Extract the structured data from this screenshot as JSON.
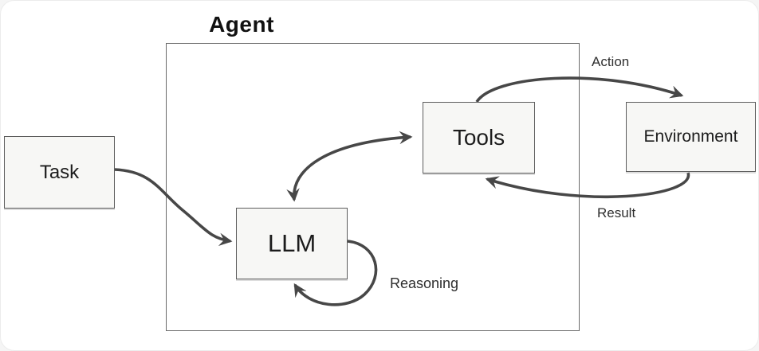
{
  "diagram": {
    "title": "Agent",
    "nodes": {
      "task": {
        "label": "Task"
      },
      "llm": {
        "label": "LLM"
      },
      "tools": {
        "label": "Tools"
      },
      "environment": {
        "label": "Environment"
      }
    },
    "edges": [
      {
        "from": "Task",
        "to": "LLM",
        "label": "",
        "style": "curved-arrow"
      },
      {
        "from": "LLM",
        "to": "Tools",
        "label": "",
        "style": "curved-double-arrow",
        "bidirectional": true
      },
      {
        "from": "Tools",
        "to": "Environment",
        "label": "Action",
        "style": "curved-arrow"
      },
      {
        "from": "Environment",
        "to": "Tools",
        "label": "Result",
        "style": "curved-arrow"
      },
      {
        "from": "LLM",
        "to": "LLM",
        "label": "Reasoning",
        "style": "self-loop"
      }
    ],
    "edge_labels": {
      "action": "Action",
      "result": "Result",
      "reasoning": "Reasoning"
    },
    "colors": {
      "arrow": "#474747",
      "box_fill": "#f7f7f5",
      "box_border": "#5d5d5d",
      "container_border": "#6a6a6a",
      "text": "#1c1c1c",
      "background": "#ffffff"
    }
  }
}
